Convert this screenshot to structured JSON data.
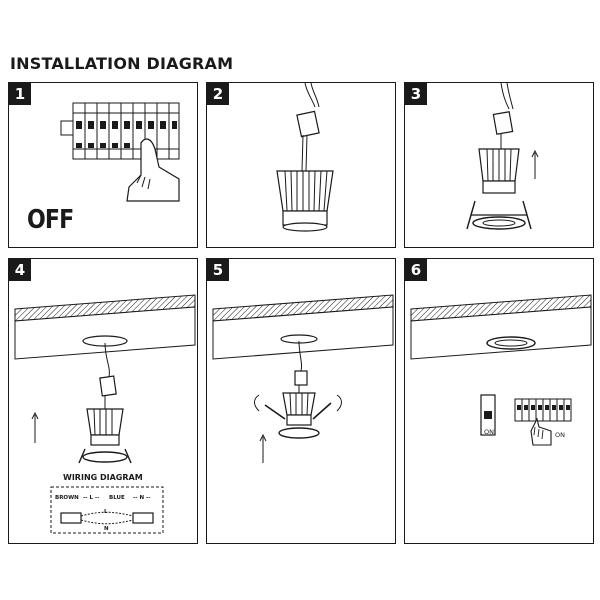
{
  "title": "INSTALLATION DIAGRAM",
  "steps": [
    {
      "number": "1",
      "label": "OFF"
    },
    {
      "number": "2"
    },
    {
      "number": "3"
    },
    {
      "number": "4"
    },
    {
      "number": "5"
    },
    {
      "number": "6",
      "switch_label": "ON",
      "breaker_label": "ON"
    }
  ],
  "wiring": {
    "title": "WIRING DIAGRAM",
    "brown": "BROWN",
    "blue": "BLUE",
    "live": "L",
    "neutral": "N",
    "live_dashed": "-- L --",
    "neutral_dashed": "-- N --"
  }
}
